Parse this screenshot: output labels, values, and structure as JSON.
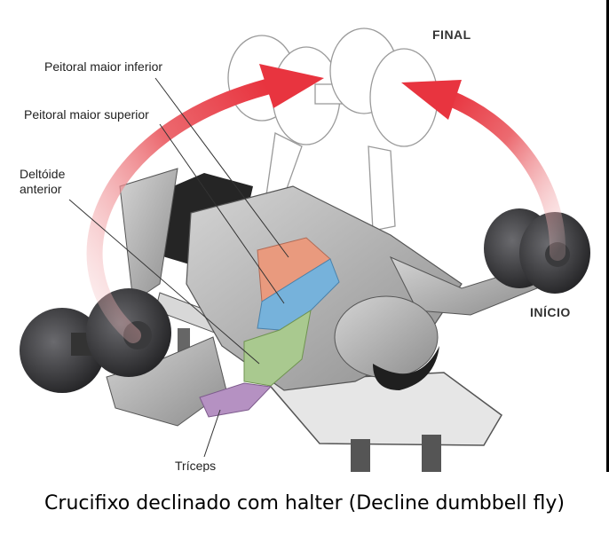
{
  "labels": {
    "pec_lower": "Peitoral maior inferior",
    "pec_upper": "Peitoral maior superior",
    "delt_line1": "Deltóide",
    "delt_line2": "anterior",
    "triceps": "Tríceps"
  },
  "stages": {
    "final": "FINAL",
    "start": "INÍCIO"
  },
  "caption": "Crucifixo declinado com halter (Decline dumbbell fly)",
  "colors": {
    "arrow": "#e8343f",
    "pec_lower": "#e99a7e",
    "pec_upper": "#76b2db",
    "deltoid": "#a9c98f",
    "triceps": "#b591c2",
    "skin": "#b9b9b9",
    "dumbbell": "#2c2c2e"
  }
}
